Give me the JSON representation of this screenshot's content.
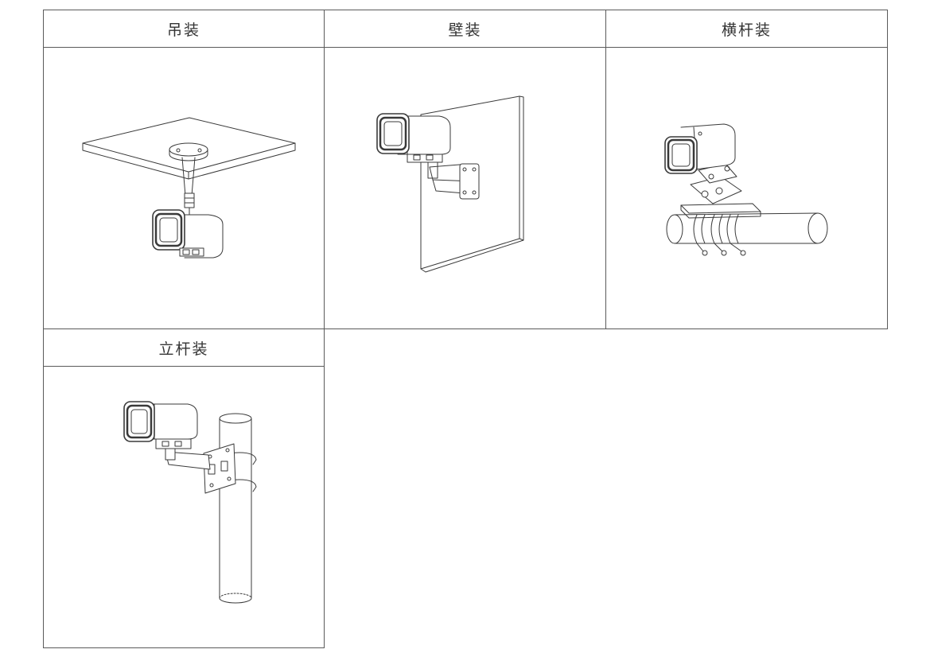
{
  "table": {
    "headers": [
      "吊装",
      "壁装",
      "横杆装",
      "立杆装"
    ]
  },
  "illustrations": [
    {
      "name": "ceiling-mount-illustration"
    },
    {
      "name": "wall-mount-illustration"
    },
    {
      "name": "horizontal-pole-mount-illustration"
    },
    {
      "name": "vertical-pole-mount-illustration"
    }
  ]
}
